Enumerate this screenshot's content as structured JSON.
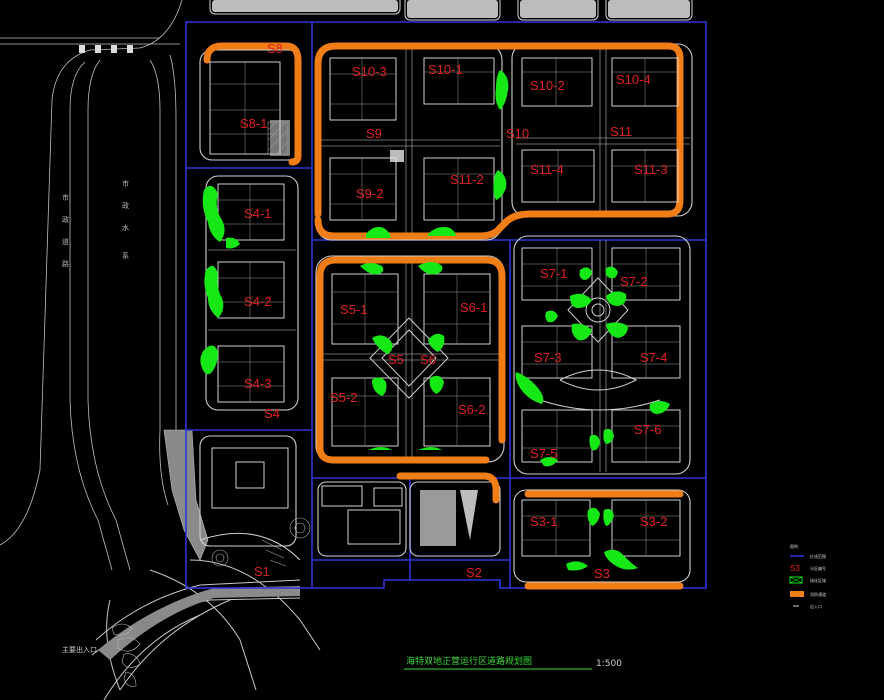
{
  "colors": {
    "background": "#000000",
    "boundary": "#2a36d8",
    "road": "#d9d9d9",
    "route": "#f07d16",
    "green": "#16e816",
    "label": "#e02020",
    "building": "#e6e6e6"
  },
  "blocks": [
    {
      "id": "S8",
      "label": "S8"
    },
    {
      "id": "S8-1",
      "label": "S8-1"
    },
    {
      "id": "S10-3",
      "label": "S10-3"
    },
    {
      "id": "S10-1",
      "label": "S10-1"
    },
    {
      "id": "S10-2",
      "label": "S10-2"
    },
    {
      "id": "S10-4",
      "label": "S10-4"
    },
    {
      "id": "S9",
      "label": "S9"
    },
    {
      "id": "S10",
      "label": "S10"
    },
    {
      "id": "S11",
      "label": "S11"
    },
    {
      "id": "S9-2",
      "label": "S9-2"
    },
    {
      "id": "S11-2",
      "label": "S11-2"
    },
    {
      "id": "S11-4",
      "label": "S11-4"
    },
    {
      "id": "S11-3",
      "label": "S11-3"
    },
    {
      "id": "S4-1",
      "label": "S4-1"
    },
    {
      "id": "S4-2",
      "label": "S4-2"
    },
    {
      "id": "S4-3",
      "label": "S4-3"
    },
    {
      "id": "S4",
      "label": "S4"
    },
    {
      "id": "S5-1",
      "label": "S5-1"
    },
    {
      "id": "S6-1",
      "label": "S6-1"
    },
    {
      "id": "S5",
      "label": "S5"
    },
    {
      "id": "S6",
      "label": "S6"
    },
    {
      "id": "S5-2",
      "label": "S5-2"
    },
    {
      "id": "S6-2",
      "label": "S6-2"
    },
    {
      "id": "S7-1",
      "label": "S7-1"
    },
    {
      "id": "S7-2",
      "label": "S7-2"
    },
    {
      "id": "S7-3",
      "label": "S7-3"
    },
    {
      "id": "S7-4",
      "label": "S7-4"
    },
    {
      "id": "S7-5",
      "label": "S7-5"
    },
    {
      "id": "S7-6",
      "label": "S7-6"
    },
    {
      "id": "S3-1",
      "label": "S3-1"
    },
    {
      "id": "S3-2",
      "label": "S3-2"
    },
    {
      "id": "S3",
      "label": "S3"
    },
    {
      "id": "S1",
      "label": "S1"
    },
    {
      "id": "S2",
      "label": "S2"
    }
  ],
  "road_text": {
    "left_col_1": [
      "市",
      "政",
      "道",
      "路"
    ],
    "left_col_2": [
      "市",
      "政",
      "水",
      "系"
    ],
    "entrance": "主要出入口"
  },
  "title": "海特双地正营运行区道路规划图",
  "scale": "1:500",
  "legend": {
    "heading": "图例",
    "items": [
      {
        "symbol": "line",
        "color": "#2a36d8",
        "text": "红线范围"
      },
      {
        "symbol": "label",
        "color": "#e02020",
        "text": "分区编号",
        "sample": "S3"
      },
      {
        "symbol": "box",
        "color": "#16e816",
        "text": "绿化区域"
      },
      {
        "symbol": "bar",
        "color": "#f07d16",
        "text": "消防通道"
      },
      {
        "symbol": "dot",
        "color": "#cfcfcf",
        "text": "出入口"
      }
    ]
  }
}
